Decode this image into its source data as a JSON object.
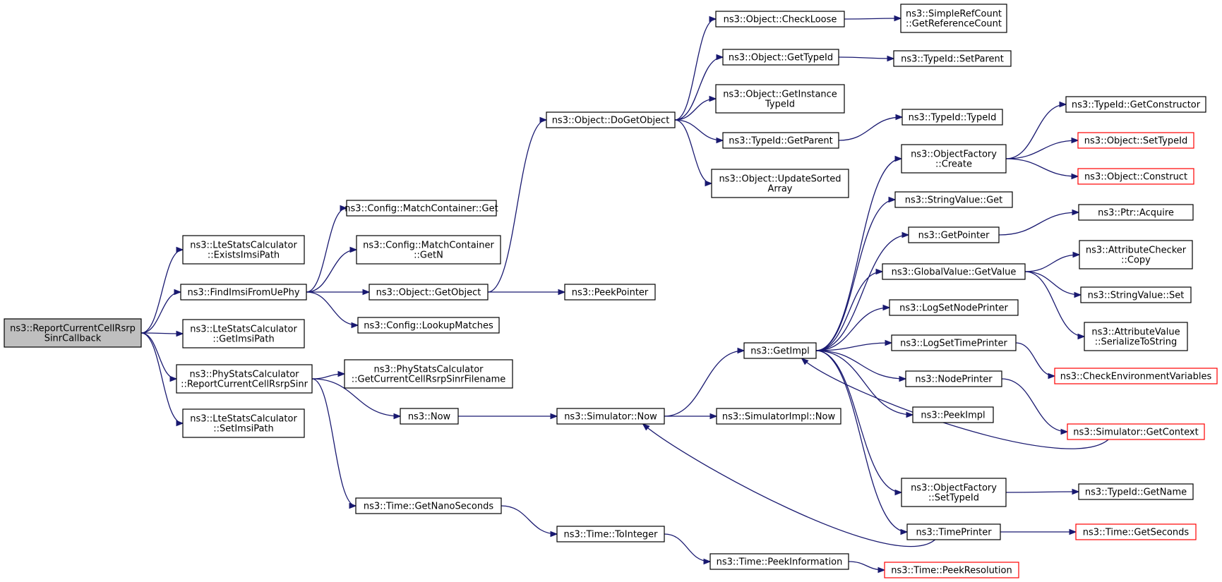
{
  "colors": {
    "edge": "#191970",
    "truncated_border": "#ff0000",
    "root_fill": "#bfbfbf"
  },
  "nodes": [
    {
      "id": "root",
      "lines": [
        "ns3::ReportCurrentCellRsrp",
        "SinrCallback"
      ],
      "style": "root"
    },
    {
      "id": "existsImsi",
      "lines": [
        "ns3::LteStatsCalculator",
        "::ExistsImsiPath"
      ]
    },
    {
      "id": "findImsi",
      "lines": [
        "ns3::FindImsiFromUePhy"
      ]
    },
    {
      "id": "getImsiPath",
      "lines": [
        "ns3::LteStatsCalculator",
        "::GetImsiPath"
      ]
    },
    {
      "id": "physReport",
      "lines": [
        "ns3::PhyStatsCalculator",
        "::ReportCurrentCellRsrpSinr"
      ]
    },
    {
      "id": "setImsiPath",
      "lines": [
        "ns3::LteStatsCalculator",
        "::SetImsiPath"
      ]
    },
    {
      "id": "mcGet",
      "lines": [
        "ns3::Config::MatchContainer::Get"
      ]
    },
    {
      "id": "mcGetN",
      "lines": [
        "ns3::Config::MatchContainer",
        "::GetN"
      ]
    },
    {
      "id": "getObject",
      "lines": [
        "ns3::Object::GetObject"
      ]
    },
    {
      "id": "lookup",
      "lines": [
        "ns3::Config::LookupMatches"
      ]
    },
    {
      "id": "getFilename",
      "lines": [
        "ns3::PhyStatsCalculator",
        "::GetCurrentCellRsrpSinrFilename"
      ]
    },
    {
      "id": "now",
      "lines": [
        "ns3::Now"
      ]
    },
    {
      "id": "getNano",
      "lines": [
        "ns3::Time::GetNanoSeconds"
      ]
    },
    {
      "id": "doGetObject",
      "lines": [
        "ns3::Object::DoGetObject"
      ]
    },
    {
      "id": "peekPointer",
      "lines": [
        "ns3::PeekPointer"
      ]
    },
    {
      "id": "simNow",
      "lines": [
        "ns3::Simulator::Now"
      ]
    },
    {
      "id": "toInteger",
      "lines": [
        "ns3::Time::ToInteger"
      ]
    },
    {
      "id": "checkLoose",
      "lines": [
        "ns3::Object::CheckLoose"
      ]
    },
    {
      "id": "getTypeId",
      "lines": [
        "ns3::Object::GetTypeId"
      ]
    },
    {
      "id": "getInstance",
      "lines": [
        "ns3::Object::GetInstance",
        "TypeId"
      ]
    },
    {
      "id": "tidGetParent",
      "lines": [
        "ns3::TypeId::GetParent"
      ]
    },
    {
      "id": "updateSorted",
      "lines": [
        "ns3::Object::UpdateSorted",
        "Array"
      ]
    },
    {
      "id": "getImpl",
      "lines": [
        "ns3::GetImpl"
      ]
    },
    {
      "id": "simImplNow",
      "lines": [
        "ns3::SimulatorImpl::Now"
      ]
    },
    {
      "id": "peekInfo",
      "lines": [
        "ns3::Time::PeekInformation"
      ]
    },
    {
      "id": "refCount",
      "lines": [
        "ns3::SimpleRefCount",
        "::GetReferenceCount"
      ]
    },
    {
      "id": "setParent",
      "lines": [
        "ns3::TypeId::SetParent"
      ]
    },
    {
      "id": "tidTypeId",
      "lines": [
        "ns3::TypeId::TypeId"
      ]
    },
    {
      "id": "ofCreate",
      "lines": [
        "ns3::ObjectFactory",
        "::Create"
      ]
    },
    {
      "id": "svGet",
      "lines": [
        "ns3::StringValue::Get"
      ]
    },
    {
      "id": "getPointer",
      "lines": [
        "ns3::GetPointer"
      ]
    },
    {
      "id": "gvGetValue",
      "lines": [
        "ns3::GlobalValue::GetValue"
      ]
    },
    {
      "id": "logNode",
      "lines": [
        "ns3::LogSetNodePrinter"
      ]
    },
    {
      "id": "logTime",
      "lines": [
        "ns3::LogSetTimePrinter"
      ]
    },
    {
      "id": "nodePrinter",
      "lines": [
        "ns3::NodePrinter"
      ]
    },
    {
      "id": "peekImpl",
      "lines": [
        "ns3::PeekImpl"
      ]
    },
    {
      "id": "ofSetTypeId",
      "lines": [
        "ns3::ObjectFactory",
        "::SetTypeId"
      ]
    },
    {
      "id": "timePrinter",
      "lines": [
        "ns3::TimePrinter"
      ]
    },
    {
      "id": "peekRes",
      "lines": [
        "ns3::Time::PeekResolution"
      ],
      "style": "trunc"
    },
    {
      "id": "getConstructor",
      "lines": [
        "ns3::TypeId::GetConstructor"
      ]
    },
    {
      "id": "objSetTypeId",
      "lines": [
        "ns3::Object::SetTypeId"
      ],
      "style": "trunc"
    },
    {
      "id": "objConstruct",
      "lines": [
        "ns3::Object::Construct"
      ],
      "style": "trunc"
    },
    {
      "id": "ptrAcquire",
      "lines": [
        "ns3::Ptr::Acquire"
      ]
    },
    {
      "id": "acCopy",
      "lines": [
        "ns3::AttributeChecker",
        "::Copy"
      ]
    },
    {
      "id": "svSet",
      "lines": [
        "ns3::StringValue::Set"
      ]
    },
    {
      "id": "avSerialize",
      "lines": [
        "ns3::AttributeValue",
        "::SerializeToString"
      ]
    },
    {
      "id": "checkEnv",
      "lines": [
        "ns3::CheckEnvironmentVariables"
      ],
      "style": "trunc"
    },
    {
      "id": "simGetContext",
      "lines": [
        "ns3::Simulator::GetContext"
      ],
      "style": "trunc"
    },
    {
      "id": "tidGetName",
      "lines": [
        "ns3::TypeId::GetName"
      ]
    },
    {
      "id": "timeGetSeconds",
      "lines": [
        "ns3::Time::GetSeconds"
      ],
      "style": "trunc"
    }
  ],
  "edges": [
    [
      "root",
      "existsImsi"
    ],
    [
      "root",
      "findImsi"
    ],
    [
      "root",
      "getImsiPath"
    ],
    [
      "root",
      "physReport"
    ],
    [
      "root",
      "setImsiPath"
    ],
    [
      "findImsi",
      "mcGet"
    ],
    [
      "findImsi",
      "mcGetN"
    ],
    [
      "findImsi",
      "getObject"
    ],
    [
      "findImsi",
      "lookup"
    ],
    [
      "physReport",
      "getFilename"
    ],
    [
      "physReport",
      "now"
    ],
    [
      "physReport",
      "getNano"
    ],
    [
      "getObject",
      "doGetObject"
    ],
    [
      "getObject",
      "peekPointer"
    ],
    [
      "now",
      "simNow"
    ],
    [
      "getNano",
      "toInteger"
    ],
    [
      "doGetObject",
      "checkLoose"
    ],
    [
      "doGetObject",
      "getTypeId"
    ],
    [
      "doGetObject",
      "getInstance"
    ],
    [
      "doGetObject",
      "tidGetParent"
    ],
    [
      "doGetObject",
      "updateSorted"
    ],
    [
      "checkLoose",
      "refCount"
    ],
    [
      "getTypeId",
      "setParent"
    ],
    [
      "tidGetParent",
      "tidTypeId"
    ],
    [
      "simNow",
      "getImpl"
    ],
    [
      "simNow",
      "simImplNow"
    ],
    [
      "toInteger",
      "peekInfo"
    ],
    [
      "peekInfo",
      "peekRes"
    ],
    [
      "getImpl",
      "ofCreate"
    ],
    [
      "getImpl",
      "svGet"
    ],
    [
      "getImpl",
      "getPointer"
    ],
    [
      "getImpl",
      "gvGetValue"
    ],
    [
      "getImpl",
      "logNode"
    ],
    [
      "getImpl",
      "logTime"
    ],
    [
      "getImpl",
      "nodePrinter"
    ],
    [
      "getImpl",
      "peekImpl"
    ],
    [
      "getImpl",
      "ofSetTypeId"
    ],
    [
      "getImpl",
      "timePrinter"
    ],
    [
      "ofCreate",
      "getConstructor"
    ],
    [
      "ofCreate",
      "objSetTypeId"
    ],
    [
      "ofCreate",
      "objConstruct"
    ],
    [
      "getPointer",
      "ptrAcquire"
    ],
    [
      "gvGetValue",
      "acCopy"
    ],
    [
      "gvGetValue",
      "svSet"
    ],
    [
      "gvGetValue",
      "avSerialize"
    ],
    [
      "logTime",
      "checkEnv"
    ],
    [
      "nodePrinter",
      "simGetContext"
    ],
    [
      "simGetContext",
      "getImpl"
    ],
    [
      "ofSetTypeId",
      "tidGetName"
    ],
    [
      "timePrinter",
      "timeGetSeconds"
    ],
    [
      "timePrinter",
      "simNow"
    ]
  ]
}
